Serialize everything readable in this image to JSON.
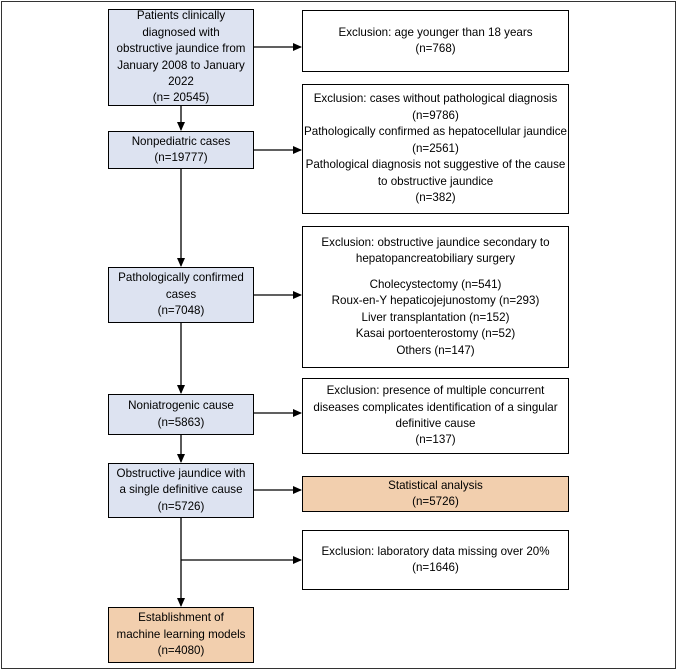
{
  "colors": {
    "main_step_fill": "#dde3f1",
    "outcome_fill": "#f2cfae",
    "exclusion_fill": "#ffffff",
    "line": "#000000"
  },
  "main": [
    {
      "lines": [
        "Patients clinically",
        "diagnosed with",
        "obstructive jaundice from",
        "January 2008 to January",
        "2022",
        "(n= 20545)"
      ]
    },
    {
      "lines": [
        "Nonpediatric cases",
        "(n=19777)"
      ]
    },
    {
      "lines": [
        "Pathologically confirmed",
        "cases",
        "(n=7048)"
      ]
    },
    {
      "lines": [
        "Noniatrogenic cause",
        "(n=5863)"
      ]
    },
    {
      "lines": [
        "Obstructive jaundice with",
        "a single definitive cause",
        "(n=5726)"
      ]
    },
    {
      "lines": [
        "Establishment of",
        "machine learning models",
        "(n=4080)"
      ]
    }
  ],
  "exclusions": [
    {
      "lines": [
        "Exclusion: age younger than 18 years",
        "(n=768)"
      ]
    },
    {
      "lines": [
        "Exclusion: cases without pathological diagnosis",
        "(n=9786)",
        "Pathologically confirmed as hepatocellular jaundice",
        "(n=2561)",
        "Pathological diagnosis not suggestive of the cause",
        "to obstructive jaundice",
        "(n=382)"
      ]
    },
    {
      "header": [
        "Exclusion: obstructive jaundice secondary to",
        "hepatopancreatobiliary surgery"
      ],
      "lines": [
        "Cholecystectomy (n=541)",
        "Roux-en-Y hepaticojejunostomy (n=293)",
        "Liver transplantation (n=152)",
        "Kasai portoenterostomy (n=52)",
        "Others (n=147)"
      ]
    },
    {
      "lines": [
        "Exclusion: presence of multiple concurrent",
        "diseases complicates identification of a singular",
        "definitive cause",
        "(n=137)"
      ]
    },
    {
      "lines": [
        "Exclusion: laboratory data missing over 20%",
        "(n=1646)"
      ]
    }
  ],
  "analysis": {
    "lines": [
      "Statistical analysis",
      "(n=5726)"
    ]
  }
}
